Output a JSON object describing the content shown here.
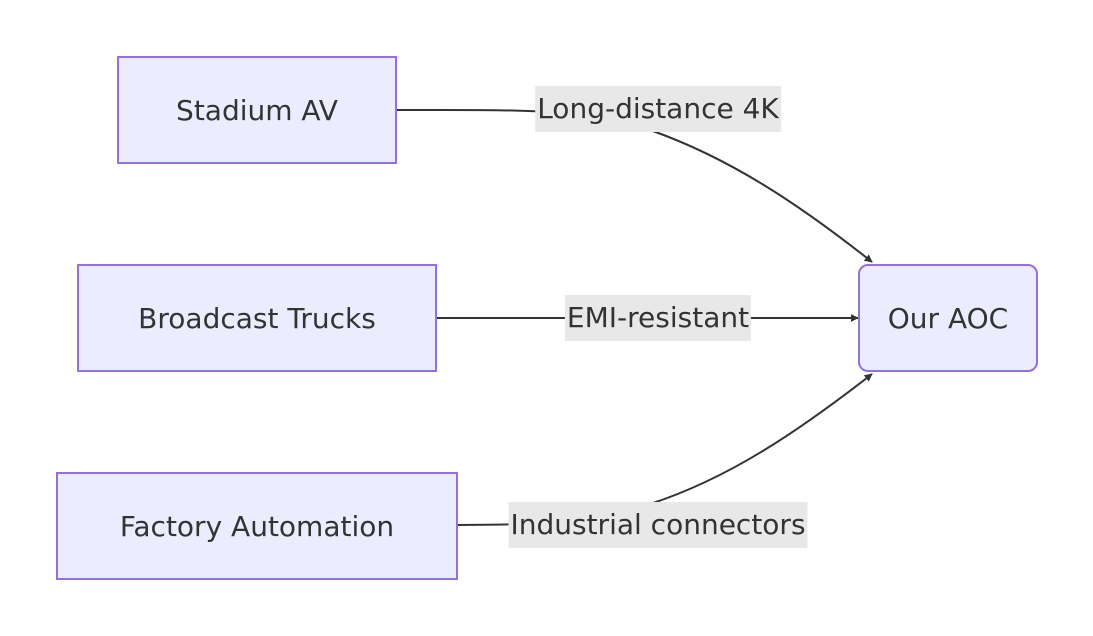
{
  "diagram": {
    "nodes": {
      "stadium_av": "Stadium AV",
      "broadcast_trucks": "Broadcast Trucks",
      "factory_automation": "Factory Automation",
      "our_aoc": "Our AOC"
    },
    "edges": [
      {
        "from": "stadium_av",
        "to": "our_aoc",
        "label": "Long-distance 4K"
      },
      {
        "from": "broadcast_trucks",
        "to": "our_aoc",
        "label": "EMI-resistant"
      },
      {
        "from": "factory_automation",
        "to": "our_aoc",
        "label": "Industrial connectors"
      }
    ]
  },
  "colors": {
    "node_fill": "#ECECFF",
    "node_border": "#9370DB",
    "edge_stroke": "#333333",
    "label_background": "#E8E8E8",
    "text": "#333333"
  }
}
